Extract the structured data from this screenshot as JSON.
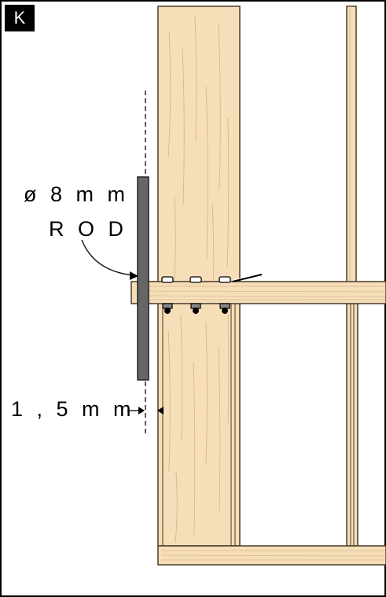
{
  "panel": {
    "label": "K"
  },
  "callouts": {
    "rod_line1": "ø 8 m m",
    "rod_line2": "R O D",
    "gap": "1 , 5 m m"
  },
  "colors": {
    "wood": "#f6dfb8",
    "wood_edge": "#4a3a28",
    "grain": "#d9b98e",
    "rod": "#666666",
    "outline": "#000000"
  }
}
